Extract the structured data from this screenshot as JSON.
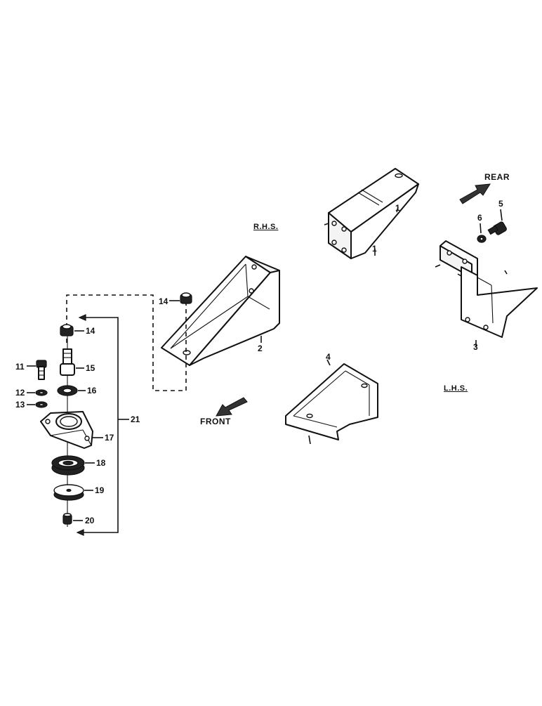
{
  "diagram": {
    "side_labels": {
      "rhs": "R.H.S.",
      "lhs": "L.H.S."
    },
    "direction_labels": {
      "front": "FRONT",
      "rear": "REAR"
    },
    "callouts": [
      "1",
      "1",
      "2",
      "3",
      "4",
      "5",
      "6",
      "11",
      "12",
      "13",
      "14",
      "14",
      "15",
      "16",
      "17",
      "18",
      "19",
      "20",
      "21"
    ]
  }
}
